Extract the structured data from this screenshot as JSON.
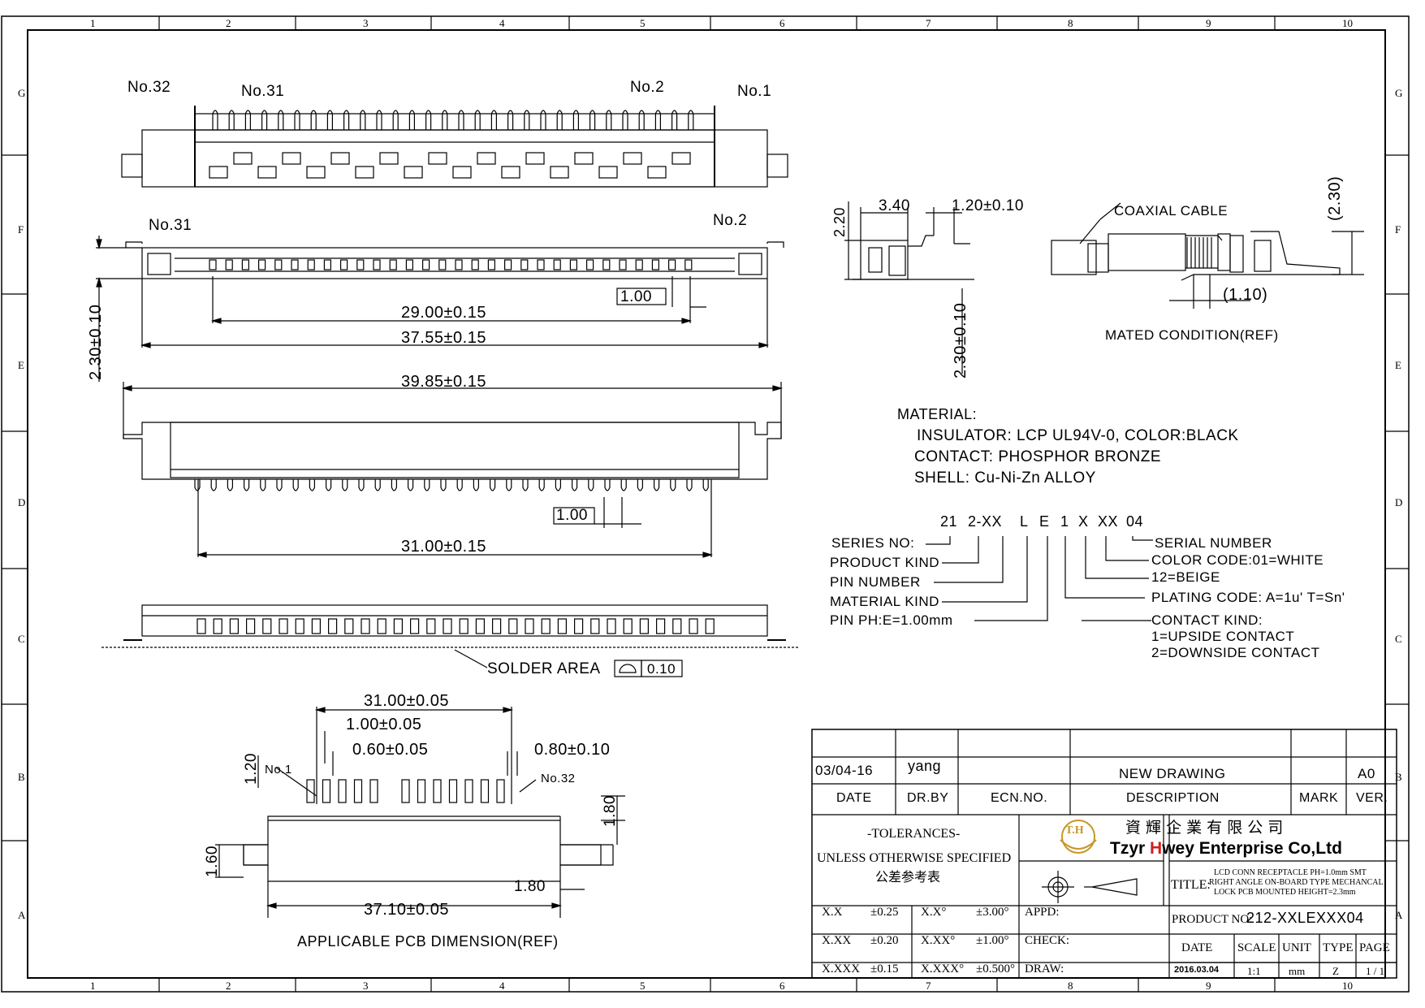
{
  "grid": {
    "columns": [
      "1",
      "2",
      "3",
      "4",
      "5",
      "6",
      "7",
      "8",
      "9",
      "10"
    ],
    "rows": [
      "G",
      "F",
      "E",
      "D",
      "C",
      "B",
      "A"
    ]
  },
  "top_view": {
    "pin_labels": [
      "No.32",
      "No.31",
      "No.2",
      "No.1"
    ]
  },
  "front_view": {
    "pin_labels": [
      "No.31",
      "No.2"
    ],
    "dim_pitch": "1.00",
    "dim_pin_span": "29.00±0.15",
    "dim_body": "37.55±0.15",
    "dim_height": "2.30±0.10"
  },
  "bottom_view": {
    "dim_overall": "39.85±0.15",
    "dim_pitch": "1.00",
    "dim_pin_span": "31.00±0.15"
  },
  "side_view": {
    "solder_area_label": "SOLDER  AREA",
    "flatness_value": "0.10"
  },
  "pcb_layout": {
    "dim_span": "31.00±0.05",
    "dim_pitch": "1.00±0.05",
    "dim_pad_width": "0.60±0.05",
    "dim_pad_right": "0.80±0.10",
    "dim_pad_len": "1.20",
    "dim_right_len": "1.80",
    "dim_left_len": "1.60",
    "dim_tab": "1.80",
    "dim_overall": "37.10±0.05",
    "pin_first": "No.1",
    "pin_last": "No.32",
    "caption": "APPLICABLE  PCB  DIMENSION(REF)"
  },
  "section_view": {
    "dim_height": "2.20",
    "dim_depth": "3.40",
    "dim_tail": "1.20±0.10",
    "dim_total_height": "2.30±0.10"
  },
  "mated_view": {
    "cable_label": "COAXIAL  CABLE",
    "dim_height": "(2.30)",
    "dim_offset": "(1.10)",
    "caption": "MATED  CONDITION(REF)"
  },
  "material": {
    "heading": "MATERIAL:",
    "lines": [
      "INSULATOR:  LCP  UL94V-0,  COLOR:BLACK",
      "CONTACT:  PHOSPHOR  BRONZE",
      "SHELL:  Cu-Ni-Zn  ALLOY"
    ]
  },
  "part_code": {
    "segments": [
      "21",
      "2-XX",
      "L",
      "E",
      "1",
      "X",
      "XX",
      "04"
    ],
    "left_labels": [
      "SERIES  NO:",
      "PRODUCT  KIND",
      "PIN  NUMBER",
      "MATERIAL  KIND",
      "PIN  PH:E=1.00mm"
    ],
    "right_labels": [
      "SERIAL  NUMBER",
      "COLOR  CODE:01=WHITE",
      "12=BEIGE",
      "PLATING  CODE:  A=1u'  T=Sn'",
      "CONTACT  KIND:",
      "1=UPSIDE  CONTACT",
      "2=DOWNSIDE  CONTACT"
    ]
  },
  "title_block": {
    "rev_date": "03/04-16",
    "rev_by": "yang",
    "rev_desc": "NEW  DRAWING",
    "rev_mark": "A0",
    "hdr_date": "DATE",
    "hdr_drby": "DR.BY",
    "hdr_ecn": "ECN.NO.",
    "hdr_desc": "DESCRIPTION",
    "hdr_mark": "MARK",
    "hdr_ver": "VER.",
    "tol_title": "-TOLERANCES-",
    "tol_sub": "UNLESS OTHERWISE SPECIFIED",
    "tol_cn": "公差参考表",
    "logo_text": "T.H",
    "company_cn": "資 輝 企 業 有 限 公 司",
    "company_en_prefix": "Tzyr ",
    "company_en_h": "H",
    "company_en_suffix": "wey Enterprise Co,Ltd",
    "title_label": "TITLE:",
    "title_lines": [
      "LCD CONN RECEPTACLE PH=1.0mm SMT",
      "RIGHT ANGLE ON-BOARD TYPE MECHANCAL",
      "LOCK PCB MOUNTED  HEIGHT=2.3mm"
    ],
    "tol_rows": [
      {
        "a": "X.X",
        "b": "±0.25",
        "c": "X.X°",
        "d": "±3.00°",
        "e": "APPD:"
      },
      {
        "a": "X.XX",
        "b": "±0.20",
        "c": "X.XX°",
        "d": "±1.00°",
        "e": "CHECK:"
      },
      {
        "a": "X.XXX",
        "b": "±0.15",
        "c": "X.XXX°",
        "d": "±0.500°",
        "e": "DRAW:"
      }
    ],
    "product_no_label": "PRODUCT NO:",
    "product_no": "212-XXLEXXX04",
    "date_label": "DATE",
    "scale_label": "SCALE",
    "unit_label": "UNIT",
    "type_label": "TYPE",
    "page_label": "PAGE",
    "date_value": "2016.03.04",
    "scale_value": "1:1",
    "unit_value": "mm",
    "type_value": "Z",
    "page_value": "1 / 1"
  }
}
